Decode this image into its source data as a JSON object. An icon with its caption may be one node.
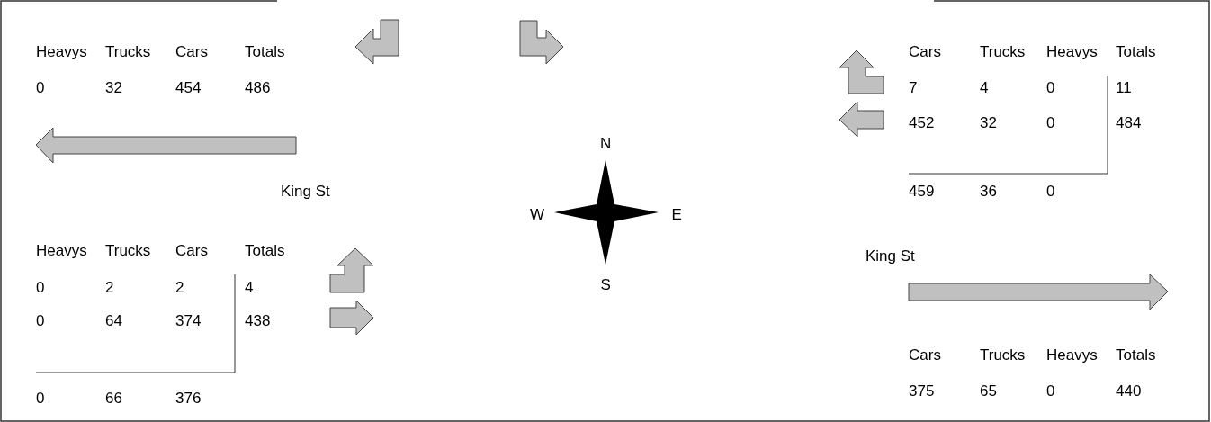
{
  "diagram": {
    "labels": [
      "Heavys",
      "Trucks",
      "Cars",
      "Totals",
      "0",
      "32",
      "454",
      "486",
      "Cars",
      "Trucks",
      "Heavys",
      "Totals",
      "7",
      "4",
      "0",
      "11",
      "452",
      "32",
      "0",
      "484",
      "N",
      "King St",
      "W",
      "E",
      "459",
      "36",
      "0",
      "Heavys",
      "Trucks",
      "Cars",
      "Totals",
      "0",
      "2",
      "2",
      "4",
      "S",
      "0",
      "64",
      "374",
      "438",
      "King St",
      "0",
      "66",
      "376",
      "Cars",
      "Trucks",
      "Heavys",
      "Totals",
      "375",
      "65",
      "0",
      "440"
    ]
  }
}
